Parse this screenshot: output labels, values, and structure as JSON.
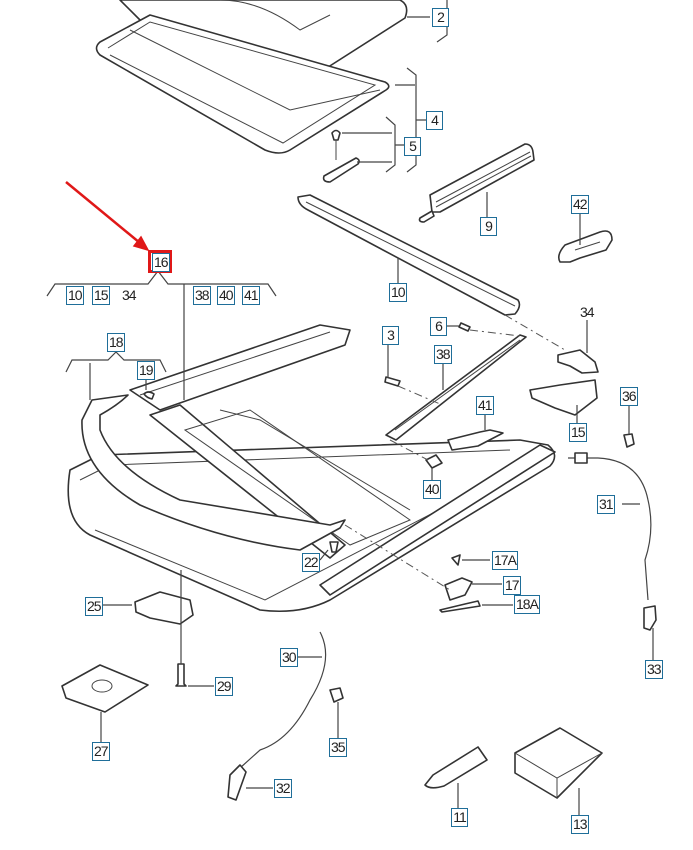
{
  "diagram": {
    "title": "Sunroof assembly exploded parts diagram",
    "highlight_color": "#e01818",
    "callout_border_color": "#1f6e99",
    "highlighted_part": "16",
    "group_16_members": {
      "boxed": [
        "10",
        "15",
        "38",
        "40",
        "41"
      ],
      "unboxed": [
        "34"
      ]
    },
    "group_18_members": [
      "19"
    ],
    "callouts": {
      "c2": "2",
      "c4": "4",
      "c5": "5",
      "c9": "9",
      "c42": "42",
      "c16": "16",
      "c10a": "10",
      "c15a": "15",
      "t34a": "34",
      "c38a": "38",
      "c40a": "40",
      "c41a": "41",
      "c10": "10",
      "c18": "18",
      "c19": "19",
      "c3": "3",
      "c6": "6",
      "c38": "38",
      "t34": "34",
      "c15": "15",
      "c36": "36",
      "c41": "41",
      "c40": "40",
      "c31": "31",
      "c22": "22",
      "c17A": "17A",
      "c17": "17",
      "c18A": "18A",
      "c25": "25",
      "c29": "29",
      "c30": "30",
      "c27": "27",
      "c35": "35",
      "c32": "32",
      "c33": "33",
      "c11": "11",
      "c13": "13"
    }
  }
}
